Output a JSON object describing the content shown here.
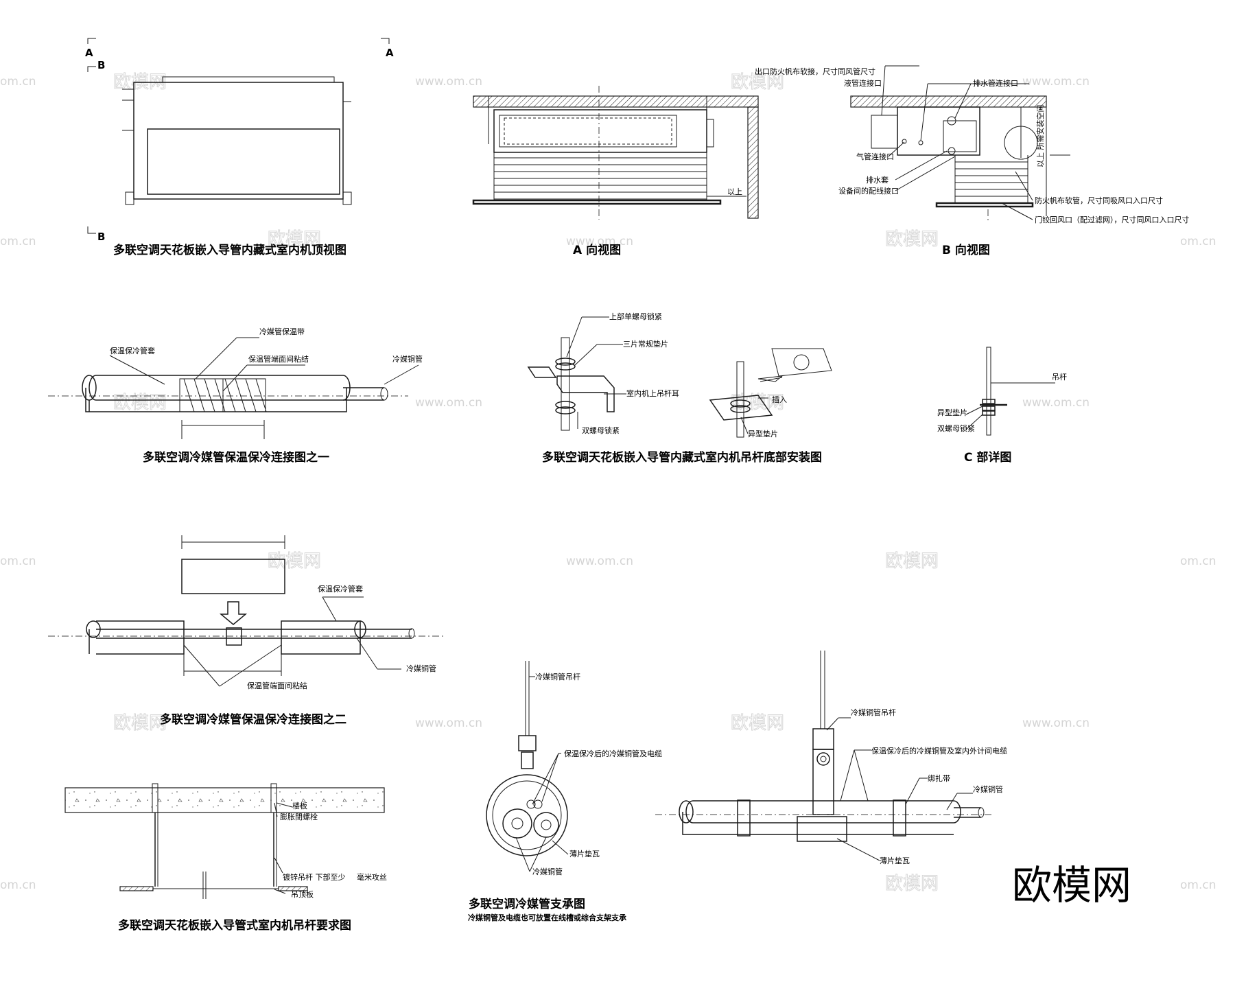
{
  "watermark": {
    "url": "www.om.cn",
    "url_left": "om.cn",
    "brand": "欧模网"
  },
  "logo": "欧模网",
  "top_view": {
    "title": "多联空调天花板嵌入导管内藏式室内机顶视图",
    "section_a": "A",
    "section_b": "B"
  },
  "view_a": {
    "title": "A 向视图",
    "label_above": "以上"
  },
  "view_b": {
    "title": "B 向视图",
    "labels": {
      "outlet_soft": "出口防火帆布软接，尺寸同风管尺寸",
      "liquid_pipe": "液管连接口",
      "drain_pipe": "排水管连接口",
      "gas_pipe": "气管连接口",
      "drain_sleeve": "排水套",
      "wiring": "设备间的配线接口",
      "fire_hose": "防火帆布软管，尺寸同吸风口入口尺寸",
      "return_vent": "门铰回风口（配过滤网），尺寸同风口入口尺寸",
      "space_note": "以上 所需安装空间"
    }
  },
  "insulation_1": {
    "title": "多联空调冷媒管保温保冷连接图之一",
    "labels": {
      "tape": "冷媒管保温带",
      "sleeve": "保温保冷管套",
      "glue": "保温管端面间粘结",
      "copper": "冷媒铜管"
    }
  },
  "hanger_install": {
    "title": "多联空调天花板嵌入导管内藏式室内机吊杆底部安装图",
    "labels": {
      "top_nut": "上部单螺母锁紧",
      "washers": "三片常规垫片",
      "ear": "室内机上吊杆耳",
      "double_nut": "双螺母锁紧",
      "insert": "插入",
      "special_washer": "异型垫片"
    }
  },
  "detail_c": {
    "title": "C 部详图",
    "labels": {
      "rod": "吊杆",
      "special_washer": "异型垫片",
      "double_nut": "双螺母锁紧"
    }
  },
  "insulation_2": {
    "title": "多联空调冷媒管保温保冷连接图之二",
    "labels": {
      "sleeve": "保温保冷管套",
      "copper": "冷媒铜管",
      "glue": "保温管端面间粘结"
    }
  },
  "hanger_req": {
    "title": "多联空调天花板嵌入导管式室内机吊杆要求图",
    "labels": {
      "slab": "楼板",
      "bolt": "膨胀閉螺栓",
      "rod": "镀锌吊杆 下部至少",
      "thread": "毫米攻丝",
      "ceiling": "吊顶板"
    }
  },
  "pipe_support": {
    "title": "多联空调冷媒管支承图",
    "note": "冷媒铜管及电缆也可放置在线槽或综合支架支承",
    "labels": {
      "rod": "冷媒铜管吊杆",
      "insulated": "保温保冷后的冷媒铜管及电缆",
      "shim": "薄片垫瓦",
      "copper": "冷媒铜管"
    }
  },
  "pipe_support_side": {
    "labels": {
      "rod": "冷媒铜管吊杆",
      "insulated": "保温保冷后的冷媒铜管及室内外计间电缆",
      "strap": "绑扎带",
      "copper": "冷媒铜管",
      "shim": "薄片垫瓦"
    }
  }
}
